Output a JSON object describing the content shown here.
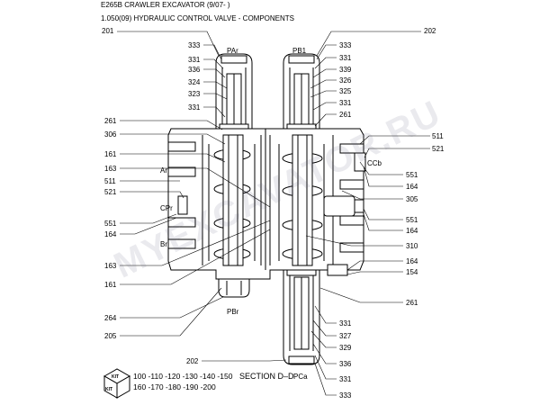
{
  "header": {
    "line1": "E265B CRAWLER EXCAVATOR (9/07- )",
    "line2": "1.050(09) HYDRAULIC CONTROL VALVE - COMPONENTS"
  },
  "ports": {
    "PAr": "PAr",
    "PB1": "PB1",
    "PBr": "PBr",
    "PCa": "PCa",
    "Ar": "Ar",
    "Br": "Br",
    "CPr": "CPr",
    "CCb": "CCb"
  },
  "left_labels": [
    "201",
    "261",
    "306",
    "161",
    "163",
    "511",
    "521",
    "551",
    "164",
    "163",
    "161",
    "264",
    "205",
    "202"
  ],
  "left_column_labels": [
    "333",
    "331",
    "336",
    "324",
    "323",
    "331"
  ],
  "right_labels": [
    "202",
    "511",
    "521",
    "551",
    "164",
    "305",
    "551",
    "164",
    "310",
    "164",
    "154",
    "261"
  ],
  "right_column_top": [
    "333",
    "331",
    "339",
    "326",
    "325",
    "331",
    "261"
  ],
  "right_column_bottom": [
    "331",
    "327",
    "329",
    "336",
    "331",
    "333"
  ],
  "kit": {
    "icon_text": "KIT",
    "line1": "100 -110 -120 -130 -140 -150",
    "line2": "160 -170 -180 -190 -200"
  },
  "section_label": "SECTION D–D",
  "watermark": "MYEXCAVATOR.RU"
}
